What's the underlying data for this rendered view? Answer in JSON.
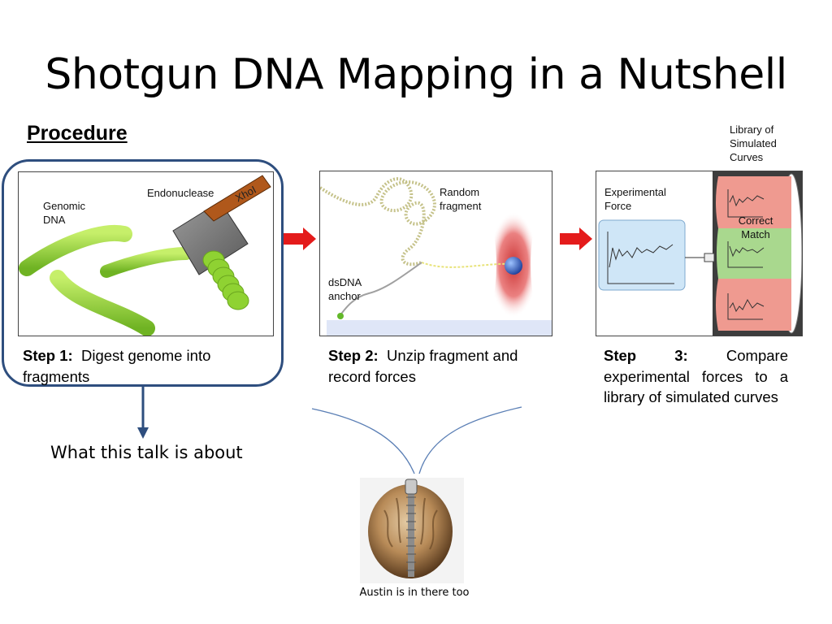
{
  "title": "Shotgun DNA Mapping in a Nutshell",
  "procedure_heading": "Procedure",
  "panel1": {
    "endonuclease": "Endonuclease",
    "xhoi": "XhoI",
    "genomic_dna": [
      "Genomic",
      "DNA"
    ]
  },
  "panel2": {
    "random_fragment": [
      "Random",
      "fragment"
    ],
    "dsdna_anchor": [
      "dsDNA",
      "anchor"
    ]
  },
  "panel3": {
    "library_label": [
      "Library of",
      "Simulated",
      "Curves"
    ],
    "experimental_force": [
      "Experimental",
      "Force"
    ],
    "correct_match": [
      "Correct",
      "Match"
    ]
  },
  "steps": [
    {
      "label": "Step 1:",
      "text": "Digest genome into fragments"
    },
    {
      "label": "Step 2:",
      "text": "Unzip fragment and record forces"
    },
    {
      "label": "Step 3:",
      "text": "Compare experimental forces to a library of simulated curves"
    }
  ],
  "talk_label": "What this talk is about",
  "austin_caption": "Austin is in there too",
  "colors": {
    "highlight_border": "#2e4e7e",
    "arrow_red": "#e41b1b",
    "dna_green": "#8fd232",
    "mismatch_pink": "#ef9a90",
    "match_green": "#a9d88e",
    "experiment_blue": "#cfe6f7"
  }
}
